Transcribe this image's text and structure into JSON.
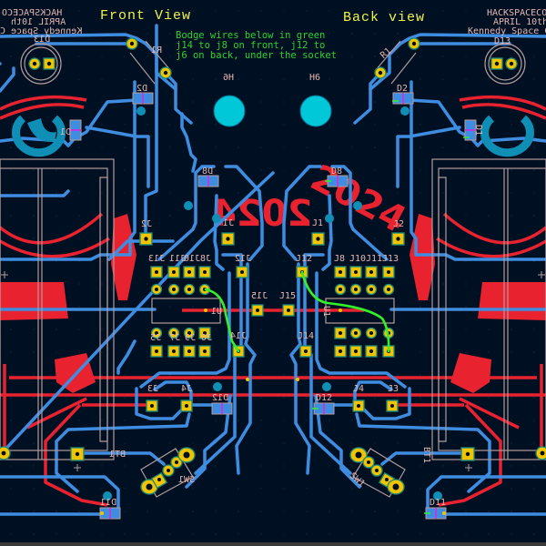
{
  "titles": {
    "front": "Front View",
    "back": "Back view"
  },
  "note": {
    "line1": "Bodge wires below in green",
    "line2": "j14 to j8 on front, j12 to",
    "line3": "j6 on back, under the socket"
  },
  "header_block": {
    "line1": "HACKSPACECO",
    "line2": "APRIL 10th",
    "line3": "Kennedy Space C"
  },
  "front_labels": {
    "D13": "D13",
    "R1": "R1",
    "D2": "D2",
    "D1": "D1",
    "D8": "D8",
    "H6": "H6",
    "J2": "J2",
    "J1": "J1",
    "J13": "J13",
    "J11": "J11",
    "J10": "J10",
    "J8": "J8",
    "J12": "J12",
    "J15": "J15",
    "U1": "U1",
    "J5": "J5",
    "J7": "J7",
    "J9": "J9",
    "J6": "J6",
    "J14": "J14",
    "J3": "J3",
    "J4": "J4",
    "D12": "D12",
    "BT1": "BT1",
    "SW1": "SW1",
    "D11": "D11"
  },
  "back_labels": {
    "D13": "D13",
    "R1": "R1",
    "D2": "D2",
    "D1": "D1",
    "D8": "D8",
    "H6": "H6",
    "J2": "J2",
    "J1": "J1",
    "J13": "J13",
    "J11": "J11",
    "J10": "J10",
    "J8": "J8",
    "J12": "J12",
    "J15": "J15",
    "U1": "U1",
    "J14": "J14",
    "J3": "J3",
    "J4": "J4",
    "D12": "D12",
    "BT1": "BT1",
    "SW1": "SW1",
    "D11": "D11"
  },
  "artwork": {
    "year_text": "2024"
  },
  "colors": {
    "background": "#001023",
    "copper_back": "#3f8de0",
    "copper_front": "#e8222f",
    "pad": "#f2c400",
    "silkscreen": "#e6b5b0",
    "bodge_wire": "#34f02a",
    "title": "#f2f24a",
    "mounting_hole": "#00c8d8"
  }
}
